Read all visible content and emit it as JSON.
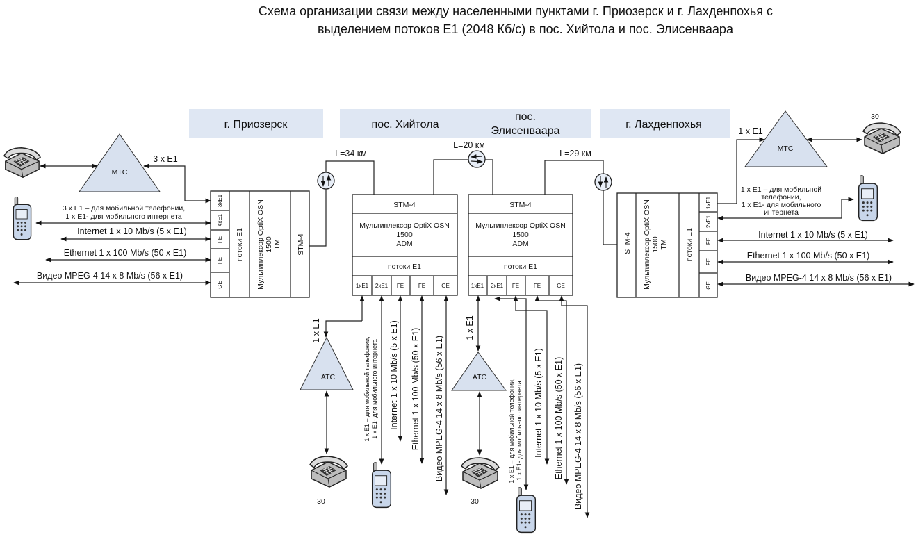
{
  "title": {
    "line1": "Схема организации связи между населенными пунктами г. Приозерск и г. Лахденпохья с",
    "line2": "выделением потоков E1 (2048 Кб/с) в пос. Хийтола и пос. Элисенваара"
  },
  "regions": {
    "priozersk": "г. Приозерск",
    "hiytola": "пос. Хийтола",
    "elisenvaara_1": "пос.",
    "elisenvaara_2": "Элисенваара",
    "lahdenpohya": "г. Лахденпохья"
  },
  "links": {
    "l1": "L=34 км",
    "l2": "L=20 км",
    "l3": "L=29 км"
  },
  "left": {
    "mtc": "МТС",
    "e1_label": "3 x E1",
    "mobile_1": "3 x E1 – для мобильной телефонии,",
    "mobile_2": "1 x E1- для мобильного интернета",
    "internet": "Internet 1 x 10 Mb/s (5 x E1)",
    "ethernet": "Ethernet 1 x 100 Mb/s (50 x E1)",
    "video": "Видео MPEG-4 14 x 8 Mb/s (56 x E1)",
    "mux": {
      "ports": [
        "3xE1",
        "4xE1",
        "FE",
        "FE",
        "GE"
      ],
      "streams": "потоки E1",
      "name": "Мультиплексор OptiX OSN",
      "model": "1500",
      "type": "TM",
      "stm": "STM-4"
    }
  },
  "hiytola": {
    "mux": {
      "stm": "STM-4",
      "name": "Мультиплексор OptiX OSN",
      "model": "1500",
      "type": "ADM",
      "streams": "потоки E1",
      "ports": [
        "1xE1",
        "2xE1",
        "FE",
        "FE",
        "GE"
      ]
    },
    "e1_label": "1 x E1",
    "atc": "АТС",
    "phones": "30",
    "mobile_1": "1 x E1 – для мобильной телефонии,",
    "mobile_2": "1 x E1- для мобильного интернета",
    "internet": "Internet 1 x 10 Mb/s (5 x E1)",
    "ethernet": "Ethernet 1 x 100 Mb/s (50 x E1)",
    "video": "Видео MPEG-4 14 x 8 Mb/s (56 x E1)"
  },
  "elisenvaara": {
    "mux": {
      "stm": "STM-4",
      "name": "Мультиплексор OptiX OSN",
      "model": "1500",
      "type": "ADM",
      "streams": "потоки E1",
      "ports": [
        "1xE1",
        "2xE1",
        "FE",
        "FE",
        "GE"
      ]
    },
    "e1_label": "1 x E1",
    "atc": "АТС",
    "phones": "30",
    "mobile_1": "1 x E1 – для мобильной телефонии,",
    "mobile_2": "1 x E1- для мобильного интернета",
    "internet": "Internet 1 x 10 Mb/s (5 x E1)",
    "ethernet": "Ethernet 1 x 100 Mb/s (50 x E1)",
    "video": "Видео MPEG-4 14 x 8 Mb/s (56 x E1)"
  },
  "right": {
    "mtc": "МТС",
    "e1_label": "1 x E1",
    "phones": "30",
    "mobile_1": "1 x E1 – для мобильной",
    "mobile_2": "телефонии,",
    "mobile_3": "1 x E1- для мобильного",
    "mobile_4": "интернета",
    "internet": "Internet 1 x 10 Mb/s (5 x E1)",
    "ethernet": "Ethernet 1 x 100 Mb/s (50 x E1)",
    "video": "Видео MPEG-4 14 x 8 Mb/s (56 x E1)",
    "mux": {
      "stm": "STM-4",
      "name": "Мультиплексор OptiX OSN",
      "model": "1500",
      "type": "TM",
      "streams": "потоки E1",
      "ports": [
        "1xE1",
        "2xE1",
        "FE",
        "FE",
        "GE"
      ]
    }
  },
  "colors": {
    "region_bg": "#dfe7f3",
    "triangle": "#d8e1ef",
    "phone_body": "#cfcfcf",
    "mobile_body": "#a9bfdf"
  }
}
